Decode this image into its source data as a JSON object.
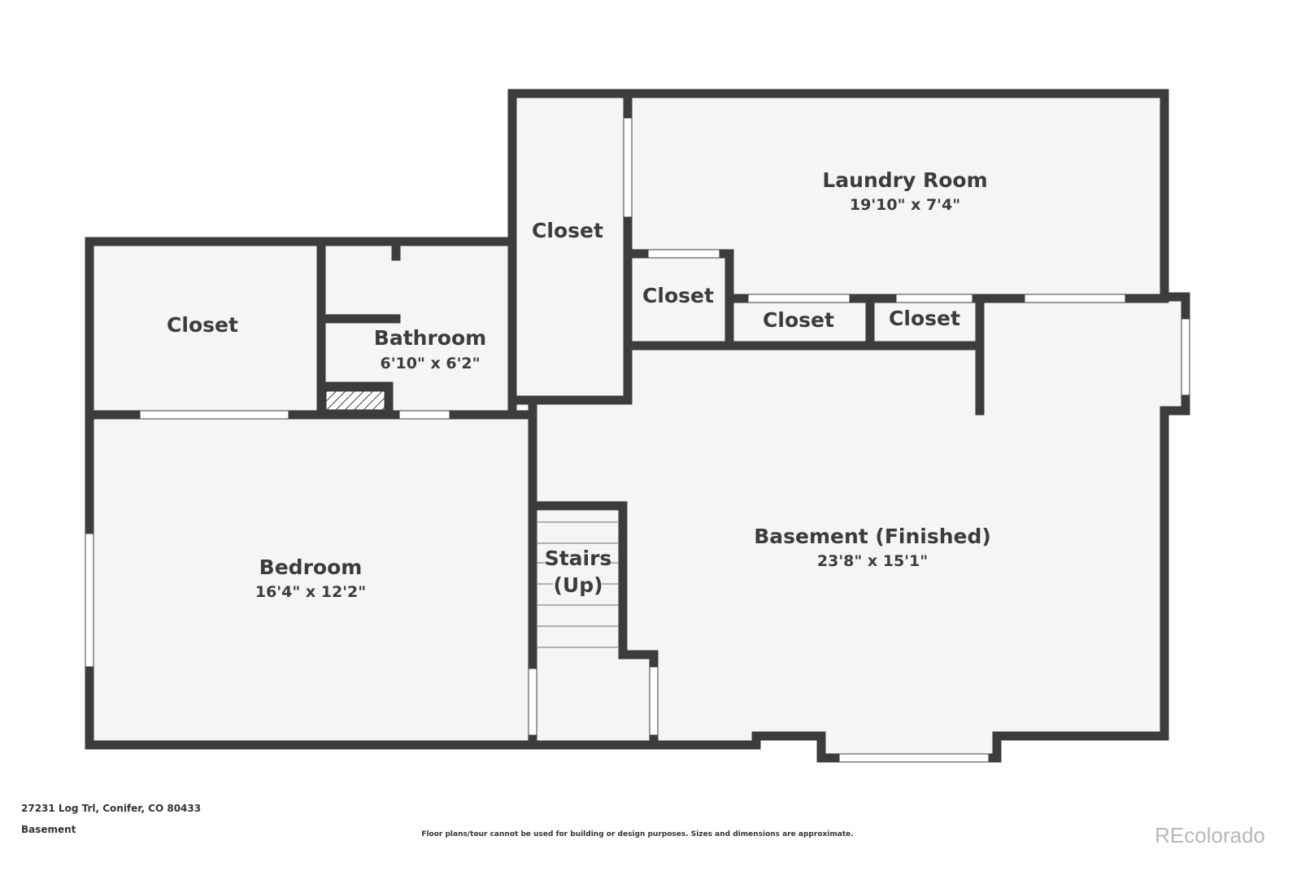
{
  "rooms": {
    "laundry": {
      "name": "Laundry Room",
      "dims": "19'10\" x 7'4\""
    },
    "closet_tall": {
      "name": "Closet"
    },
    "closet_mid": {
      "name": "Closet"
    },
    "closet_small_left": {
      "name": "Closet"
    },
    "closet_small_right": {
      "name": "Closet"
    },
    "closet_left": {
      "name": "Closet"
    },
    "bathroom": {
      "name": "Bathroom",
      "dims": "6'10\" x 6'2\""
    },
    "bedroom": {
      "name": "Bedroom",
      "dims": "16'4\" x 12'2\""
    },
    "stairs": {
      "name_line1": "Stairs",
      "name_line2": "(Up)"
    },
    "basement": {
      "name": "Basement (Finished)",
      "dims": "23'8\" x 15'1\""
    }
  },
  "footer": {
    "address": "27231 Log Trl, Conifer, CO 80433",
    "level": "Basement",
    "disclaimer": "Floor plans/tour cannot be used for building or design purposes. Sizes and dimensions are approximate.",
    "brand": "REcolorado"
  },
  "colors": {
    "wall": "#3c3c3c",
    "floor": "#f5f5f5",
    "opening": "#ffffff",
    "brand": "#b8b8b8"
  }
}
